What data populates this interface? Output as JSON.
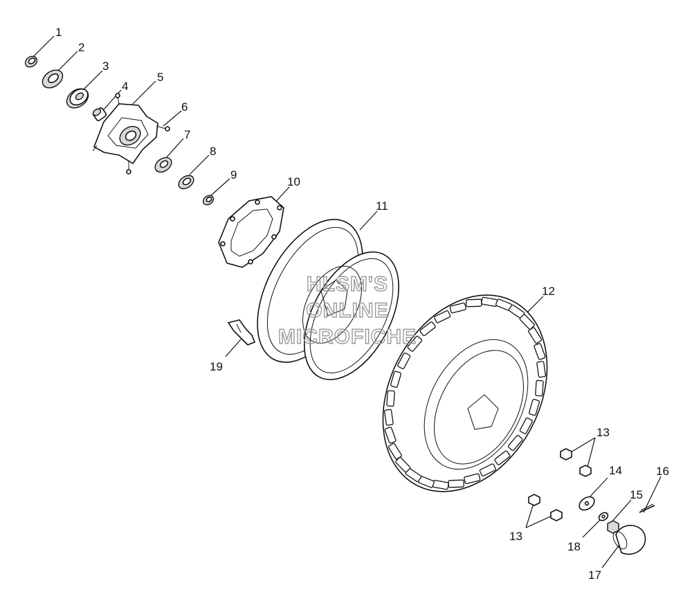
{
  "watermark": {
    "line1": "HLSM'S",
    "line2": "ONLINE",
    "line3": "MICROFICHE"
  },
  "callouts": [
    {
      "id": "c1",
      "label": "1"
    },
    {
      "id": "c2",
      "label": "2"
    },
    {
      "id": "c3",
      "label": "3"
    },
    {
      "id": "c4",
      "label": "4"
    },
    {
      "id": "c5",
      "label": "5"
    },
    {
      "id": "c6",
      "label": "6"
    },
    {
      "id": "c7",
      "label": "7"
    },
    {
      "id": "c8",
      "label": "8"
    },
    {
      "id": "c9",
      "label": "9"
    },
    {
      "id": "c10",
      "label": "10"
    },
    {
      "id": "c11",
      "label": "11"
    },
    {
      "id": "c12",
      "label": "12"
    },
    {
      "id": "c13a",
      "label": "13"
    },
    {
      "id": "c13b",
      "label": "13"
    },
    {
      "id": "c14",
      "label": "14"
    },
    {
      "id": "c15",
      "label": "15"
    },
    {
      "id": "c16",
      "label": "16"
    },
    {
      "id": "c17",
      "label": "17"
    },
    {
      "id": "c18",
      "label": "18"
    },
    {
      "id": "c19",
      "label": "19"
    }
  ]
}
